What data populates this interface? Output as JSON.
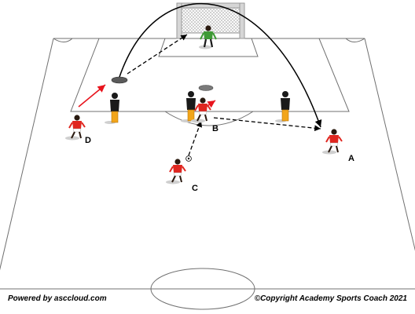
{
  "players": {
    "a": "A",
    "b": "B",
    "c": "C",
    "d": "D"
  },
  "footer": {
    "powered_by": "Powered by asccloud.com",
    "copyright": "©Copyright Academy Sports Coach 2021"
  },
  "colors": {
    "line": "#6a6a6a",
    "player_red": "#e0261f",
    "goalkeeper_green": "#3e9a35",
    "mannequin": "#f2a51a",
    "arrow_red": "#e8141d",
    "path_black": "#000000"
  },
  "icons": {
    "ball": "soccer-ball-icon",
    "mannequin": "mannequin-icon",
    "goal": "goal-net-icon",
    "cone": "flat-cone-icon"
  }
}
